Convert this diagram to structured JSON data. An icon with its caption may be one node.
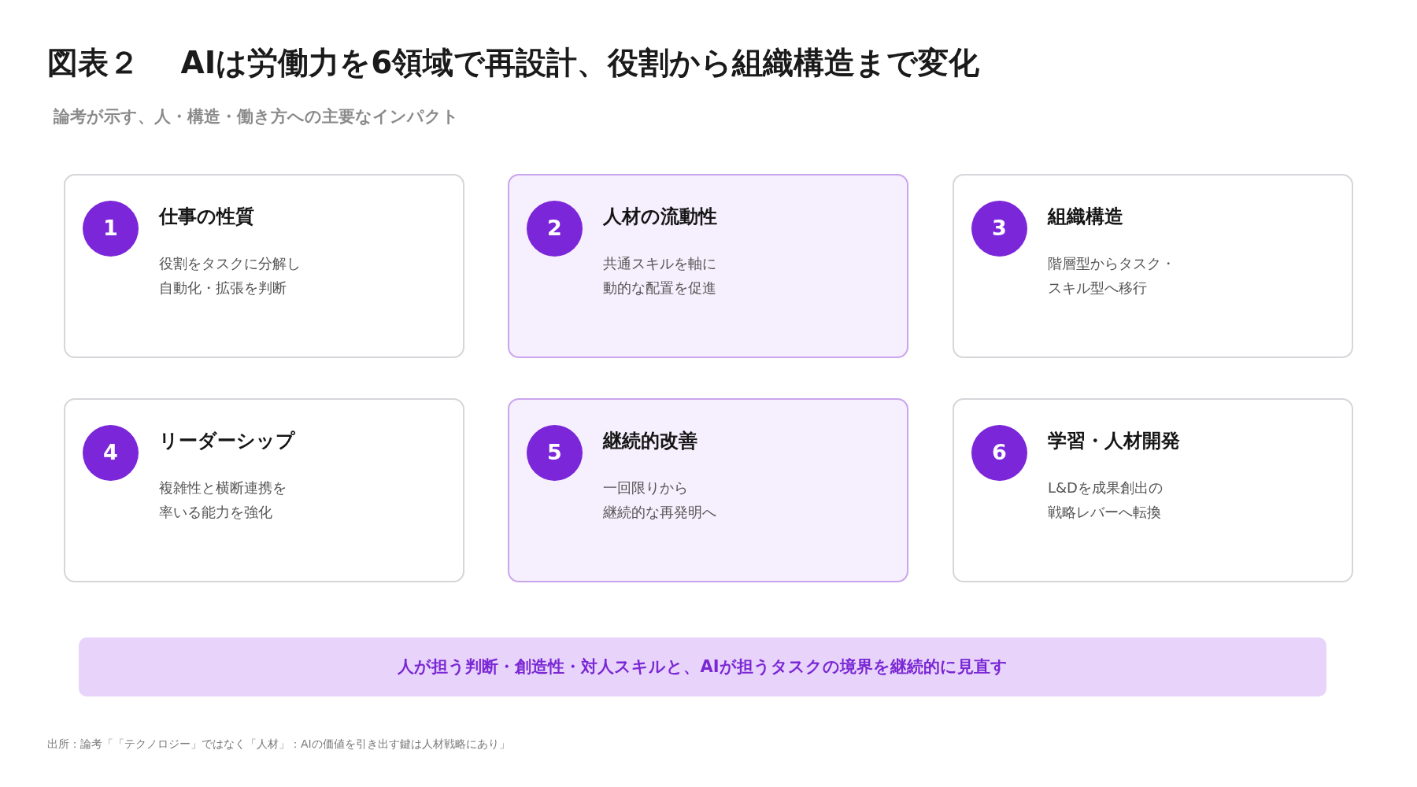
{
  "diagram": {
    "title": "図表２　 AIは労働力を6領域で再設計、役割から組織構造まで変化",
    "nodes": [
      {
        "text": [
          "仕事の性質",
          "役割をタスクに分解し自動化・拡張を判断"
        ]
      },
      {
        "text": [
          "1"
        ],
        "in": 0
      },
      {
        "text": [
          "人材の流動性",
          "共通スキルを軸に動的な配置を促進"
        ]
      },
      {
        "text": [
          "2"
        ],
        "in": 2
      },
      {
        "text": [
          "組織構造",
          "階層型からタスク・スキル型へ移行"
        ]
      },
      {
        "text": [
          "3"
        ],
        "in": 4
      },
      {
        "text": [
          "リーダーシップ",
          "複雑性と横断連携を率いる能力を強化"
        ]
      },
      {
        "text": [
          "4"
        ],
        "in": 6
      },
      {
        "text": [
          "継続的改善",
          "一回限りから継続的な再発明へ"
        ]
      },
      {
        "text": [
          "5"
        ],
        "in": 8
      },
      {
        "text": [
          "学習・人材開発",
          "L&Dを成果創出の戦略レバーへ転換"
        ]
      },
      {
        "text": [
          "6"
        ],
        "in": 10
      },
      {
        "text": [
          "人が担う判断・創造性・対人スキルと、AIが担うタスクの境界を継続的に見直す"
        ]
      }
    ],
    "labels": [
      "論考が示す、人・構造・働き方への主要なインパクト",
      "出所：論考「「テクノロジー」ではなく「人材」：AIの価値を引き出す鍵は人材戦略にあり」"
    ]
  }
}
